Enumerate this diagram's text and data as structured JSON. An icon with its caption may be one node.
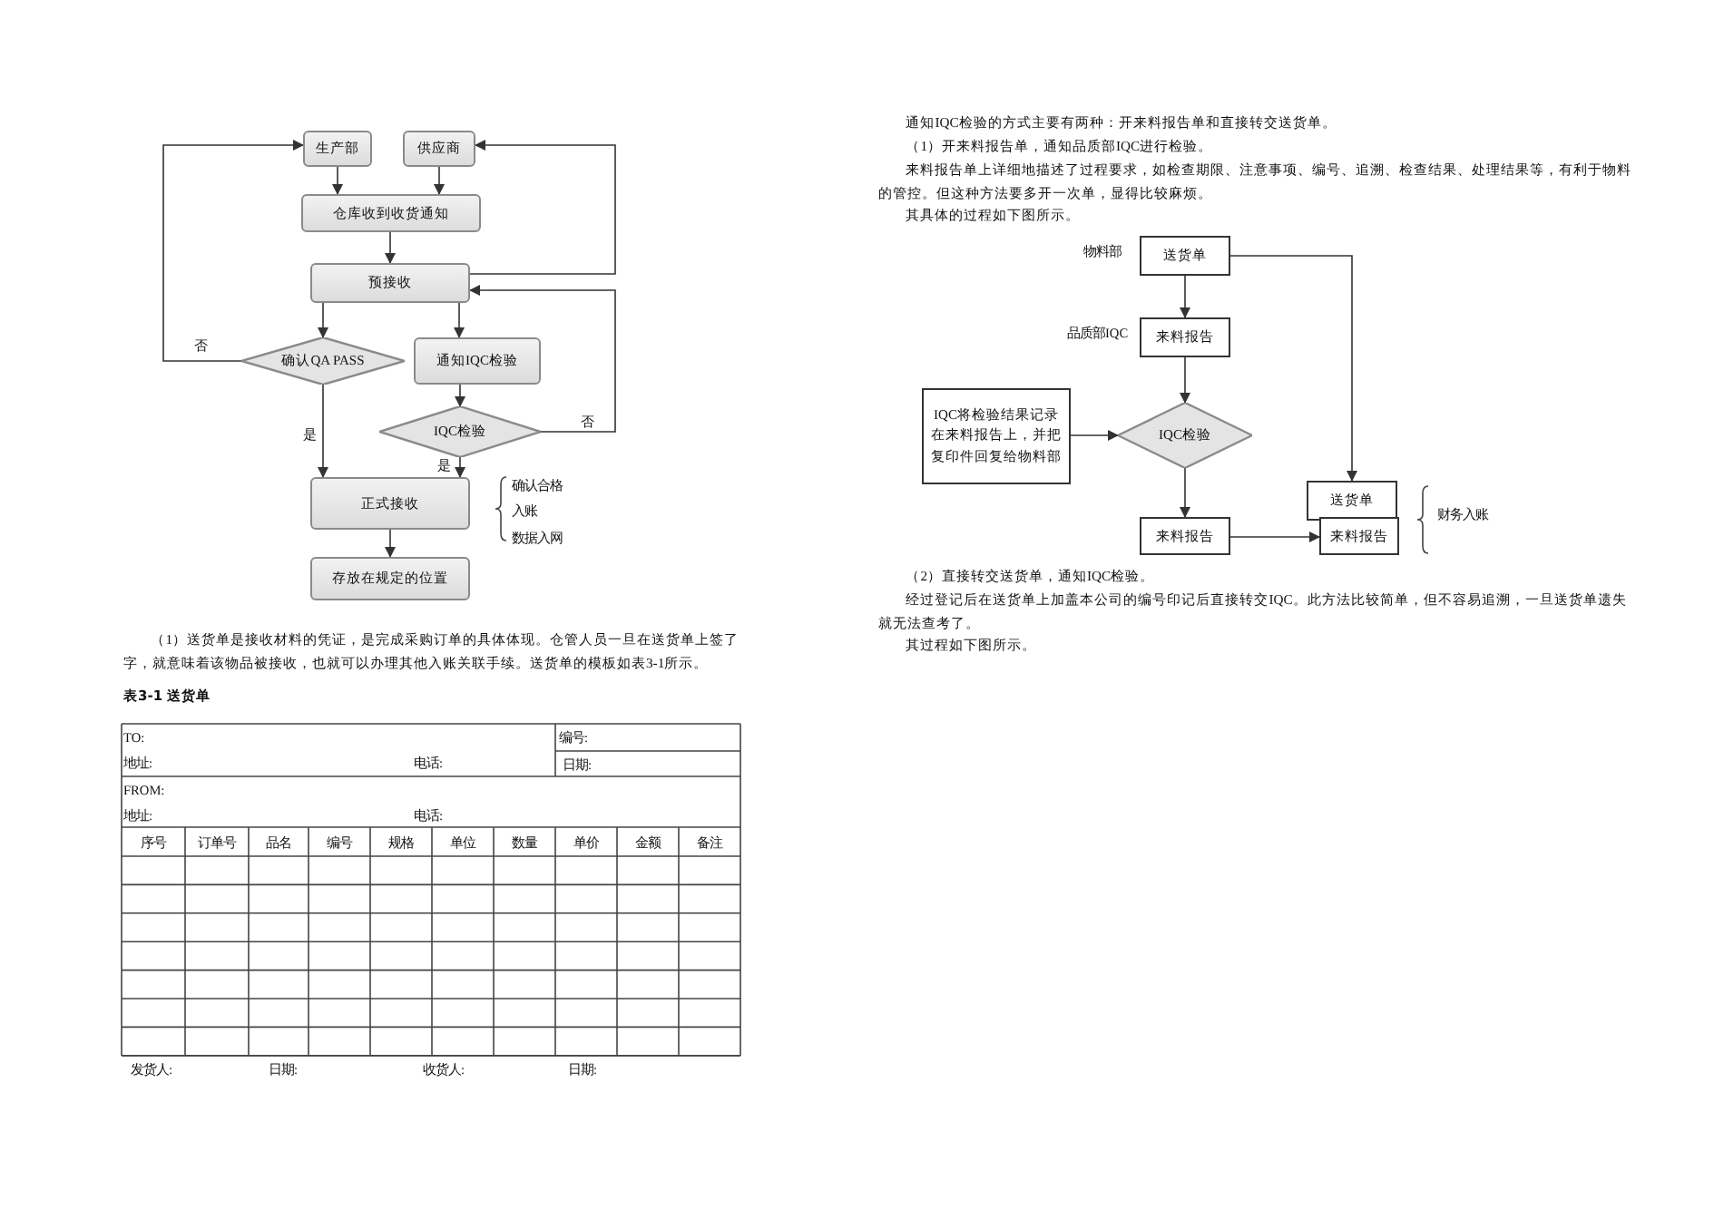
{
  "diagram": {
    "nodes": [
      {
        "text": [
          "生产部"
        ]
      },
      {
        "text": [
          "供应商"
        ]
      },
      {
        "text": [
          "仓库收到收货通知"
        ]
      },
      {
        "text": [
          "预接收"
        ]
      },
      {
        "text": [
          "确认QA PASS"
        ]
      },
      {
        "text": [
          "通知IQC检验"
        ]
      },
      {
        "text": [
          "IQC检验"
        ]
      },
      {
        "text": [
          "正式接收"
        ],
        "beside": [
          "确认合格",
          "入账",
          "数据入网"
        ]
      },
      {
        "text": [
          "存放在规定的位置"
        ]
      },
      {
        "text": [
          "送货单"
        ],
        "beside": [
          "物料部"
        ]
      },
      {
        "text": [
          "来料报告"
        ],
        "beside": [
          "品质部IQC"
        ]
      },
      {
        "text": [
          "IQC将检验结果记录在来料报告上，并把复印件回复给物料部"
        ]
      },
      {
        "text": [
          "IQC检验"
        ]
      },
      {
        "text": [
          "来料报告"
        ]
      },
      {
        "text": [
          "送货单"
        ]
      },
      {
        "text": [
          "来料报告"
        ]
      }
    ],
    "edges": [
      {
        "from": 0,
        "to": 2,
        "arrow": "to"
      },
      {
        "from": 1,
        "to": 2,
        "arrow": "to"
      },
      {
        "from": 2,
        "to": 3,
        "arrow": "to"
      },
      {
        "from": 3,
        "to": 4,
        "arrow": "to"
      },
      {
        "from": 3,
        "to": 5,
        "arrow": "to"
      },
      {
        "from": 5,
        "to": 6,
        "arrow": "to"
      },
      {
        "from": 4,
        "to": 0,
        "arrow": "to",
        "label": "否"
      },
      {
        "from": 3,
        "to": 1,
        "arrow": "to"
      },
      {
        "from": 6,
        "to": 3,
        "arrow": "to",
        "label": "否"
      },
      {
        "from": 4,
        "to": 7,
        "arrow": "to",
        "label": "是"
      },
      {
        "from": 6,
        "to": 7,
        "arrow": "to",
        "label": "是"
      },
      {
        "from": 7,
        "to": 8,
        "arrow": "to"
      },
      {
        "from": 9,
        "to": 10,
        "arrow": "to"
      },
      {
        "from": 10,
        "to": 12,
        "arrow": "to"
      },
      {
        "from": 11,
        "to": 12,
        "arrow": "to"
      },
      {
        "from": 12,
        "to": 13,
        "arrow": "to"
      },
      {
        "from": 9,
        "to": 14,
        "arrow": "to"
      },
      {
        "from": 13,
        "to": 15,
        "arrow": "to"
      }
    ],
    "labels": [
      "（1）送货单是接收材料的凭证，是完成采购订单的具体体现。仓管人员一旦在送货单上签了字，就意味着该物品被接收，也就可以办理其他入账关联手续。送货单的模板如表3-1所示。",
      "表3-1 送货单",
      "TO:",
      "编号:",
      "地址:",
      "电话:",
      "日期:",
      "FROM:",
      "地址:",
      "电话:",
      "序号",
      "订单号",
      "品名",
      "编号",
      "规格",
      "单位",
      "数量",
      "单价",
      "金额",
      "备注",
      "发货人:",
      "日期:",
      "收货人:",
      "日期:",
      "通知IQC检验的方式主要有两种：开来料报告单和直接转交送货单。",
      "（1）开来料报告单，通知品质部IQC进行检验。",
      "来料报告单上详细地描述了过程要求，如检查期限、注意事项、编号、追溯、检查结果、处理结果等，有利于物料的管控。但这种方法要多开一次单，显得比较麻烦。",
      "其具体的过程如下图所示。",
      "（2）直接转交送货单，通知IQC检验。",
      "经过登记后在送货单上加盖本公司的编号印记后直接转交IQC。此方法比较简单，但不容易追溯，一旦送货单遗失就无法查考了。",
      "其过程如下图所示。",
      "财务入账"
    ]
  }
}
